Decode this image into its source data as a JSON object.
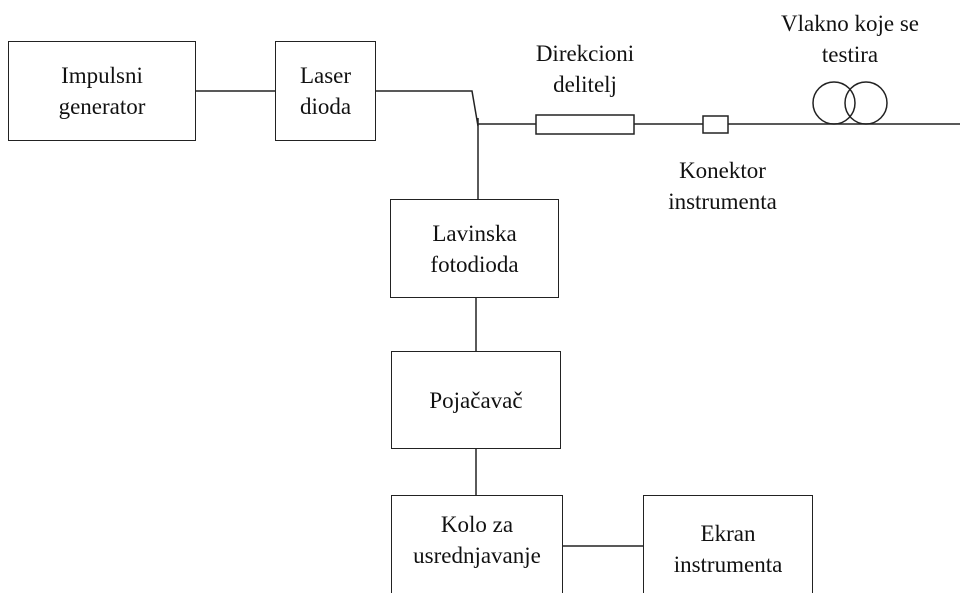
{
  "blocks": {
    "impulse_generator": {
      "line1": "Impulsni",
      "line2": "generator"
    },
    "laser_diode": {
      "line1": "Laser",
      "line2": "dioda"
    },
    "avalanche_photodiode": {
      "line1": "Lavinska",
      "line2": "fotodioda"
    },
    "amplifier": {
      "line1": "Pojačavač"
    },
    "averaging_circuit": {
      "line1": "Kolo za",
      "line2": "usrednjavanje"
    },
    "instrument_screen": {
      "line1": "Ekran",
      "line2": "instrumenta"
    }
  },
  "labels": {
    "directional_coupler": {
      "line1": "Direkcioni",
      "line2": "delitelj"
    },
    "fiber_under_test": {
      "line1": "Vlakno koje se",
      "line2": "testira"
    },
    "instrument_connector": {
      "line1": "Konektor",
      "line2": "instrumenta"
    }
  }
}
